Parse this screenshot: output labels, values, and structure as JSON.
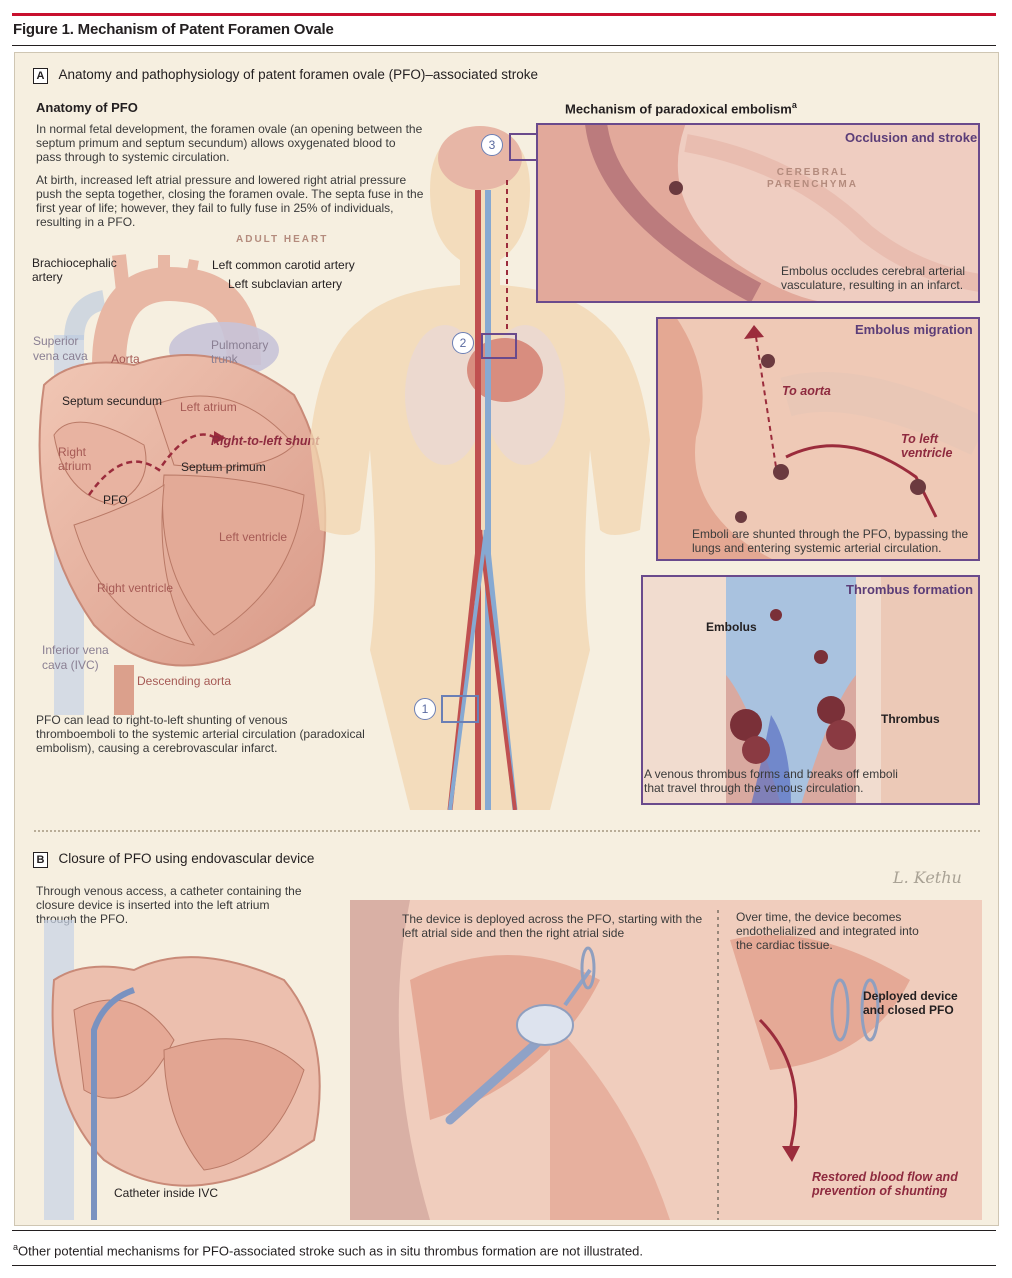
{
  "figure_title": "Figure 1. Mechanism of Patent Foramen Ovale",
  "panel_a": {
    "badge": "A",
    "title": "Anatomy and pathophysiology of patent foramen ovale (PFO)–associated stroke",
    "anatomy_heading": "Anatomy of PFO",
    "anatomy_p1": "In normal fetal development, the foramen ovale (an opening between the septum primum and septum secundum) allows oxygenated blood to pass through to systemic circulation.",
    "anatomy_p2": "At birth, increased left atrial pressure and lowered right atrial pressure push the septa together, closing the foramen ovale. The septa fuse in the first year of life; however, they fail to fully fuse in 25% of individuals, resulting in a PFO.",
    "adult_heart": "ADULT HEART",
    "labels": {
      "brachiocephalic": "Brachiocephalic\nartery",
      "left_common_carotid": "Left common carotid artery",
      "left_subclavian": "Left subclavian artery",
      "superior_vena_cava": "Superior\nvena cava",
      "aorta": "Aorta",
      "pulmonary_trunk": "Pulmonary\ntrunk",
      "septum_secundum": "Septum secundum",
      "left_atrium": "Left atrium",
      "right_to_left_shunt": "Right-to-left shunt",
      "right_atrium": "Right\natrium",
      "septum_primum": "Septum primum",
      "pfo": "PFO",
      "left_ventricle": "Left ventricle",
      "right_ventricle": "Right ventricle",
      "inferior_vena_cava": "Inferior vena\ncava (IVC)",
      "descending_aorta": "Descending aorta"
    },
    "shunt_caption": "PFO can lead to right-to-left shunting of venous thromboemboli to the systemic arterial circulation (paradoxical embolism), causing a cerebrovascular infarct.",
    "markers": [
      "1",
      "2",
      "3"
    ],
    "mechanism_heading": "Mechanism of paradoxical embolism",
    "mechanism_sup": "a",
    "occlusion": {
      "title": "Occlusion and stroke",
      "tissue": "CEREBRAL\nPARENCHYMA",
      "caption": "Embolus occludes cerebral arterial vasculature, resulting in an infarct."
    },
    "migration": {
      "title": "Embolus migration",
      "to_aorta": "To aorta",
      "to_left_ventricle": "To left\nventricle",
      "caption": "Emboli are shunted through the PFO, bypassing the lungs and entering systemic arterial circulation."
    },
    "thrombus": {
      "title": "Thrombus formation",
      "embolus": "Embolus",
      "thrombus": "Thrombus",
      "caption": "A venous thrombus forms and breaks off emboli that travel through the venous circulation."
    }
  },
  "panel_b": {
    "badge": "B",
    "title": "Closure of PFO using endovascular device",
    "intro": "Through venous access, a catheter containing the closure device is inserted into the left atrium through the PFO.",
    "catheter_label": "Catheter inside IVC",
    "deploy_caption": "The device is deployed across the PFO, starting with the left atrial side and then the right atrial side",
    "integrate_caption": "Over time, the device becomes endothelialized and integrated into the cardiac tissue.",
    "deployed_label": "Deployed device\nand closed PFO",
    "restored_label": "Restored blood flow and\nprevention of shunting",
    "signature": "L. Kethu"
  },
  "footnote_sup": "a",
  "footnote": "Other potential mechanisms for PFO-associated stroke such as in situ thrombus formation are not illustrated.",
  "colors": {
    "accent_red": "#c8102e",
    "box_purple": "#6a4a8c",
    "artery_red": "#b54a4a",
    "vein_blue": "#7fa6cf",
    "tissue": "#e9b8a6",
    "background": "#f6efe0"
  }
}
